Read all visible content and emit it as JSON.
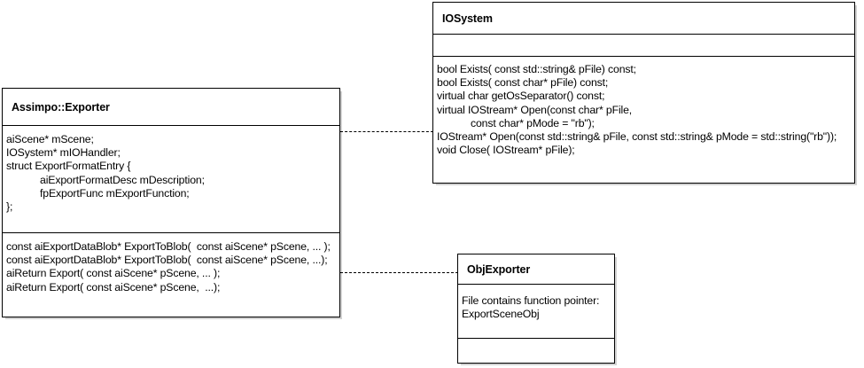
{
  "diagram": {
    "type": "uml-class-diagram",
    "background_color": "#ffffff",
    "line_color": "#000000",
    "classes": [
      {
        "id": "exporter",
        "name": "Assimpo::Exporter",
        "attributes": [
          "aiScene* mScene;",
          "IOSystem* mIOHandler;",
          "struct ExportFormatEntry {",
          "aiExportFormatDesc mDescription;",
          "fpExportFunc mExportFunction;",
          "};"
        ],
        "methods": [
          "const aiExportDataBlob* ExportToBlob(  const aiScene* pScene, ... );",
          "const aiExportDataBlob* ExportToBlob(  const aiScene* pScene, ...);",
          "aiReturn Export( const aiScene* pScene, ... );",
          "aiReturn Export( const aiScene* pScene,  ...);"
        ]
      },
      {
        "id": "iosystem",
        "name": "IOSystem",
        "attributes": [],
        "methods": [
          "bool Exists( const std::string& pFile) const;",
          "bool Exists( const char* pFile) const;",
          "virtual char getOsSeparator() const;",
          "virtual IOStream* Open(const char* pFile,",
          "const char* pMode = \"rb\");",
          "IOStream* Open(const std::string& pFile, const std::string& pMode = std::string(\"rb\"));",
          "void Close( IOStream* pFile);"
        ]
      },
      {
        "id": "objexporter",
        "name": "ObjExporter",
        "attributes": [
          "File contains function pointer:",
          "ExportSceneObj"
        ],
        "methods": []
      }
    ],
    "connectors": [
      {
        "id": "exporter-to-iosystem",
        "from": "exporter",
        "to": "iosystem",
        "style": "dashed"
      },
      {
        "id": "exporter-to-objexporter",
        "from": "exporter",
        "to": "objexporter",
        "style": "dashed"
      }
    ]
  }
}
